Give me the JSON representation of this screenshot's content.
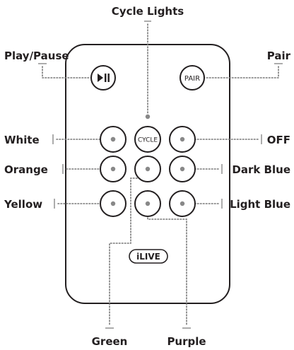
{
  "labels": {
    "cycle_lights": "Cycle Lights",
    "play_pause": "Play/Pause",
    "pair": "Pair",
    "white": "White",
    "off": "OFF",
    "orange": "Orange",
    "dark_blue": "Dark Blue",
    "yellow": "Yellow",
    "light_blue": "Light Blue",
    "green": "Green",
    "purple": "Purple"
  },
  "buttons": {
    "pair": "PAIR",
    "cycle": "CYCLE",
    "play_pause_icon": "play-pause-icon"
  },
  "logo": {
    "text": "iLIVE"
  },
  "colors": {
    "outline": "#231f20",
    "leader": "#777777"
  }
}
